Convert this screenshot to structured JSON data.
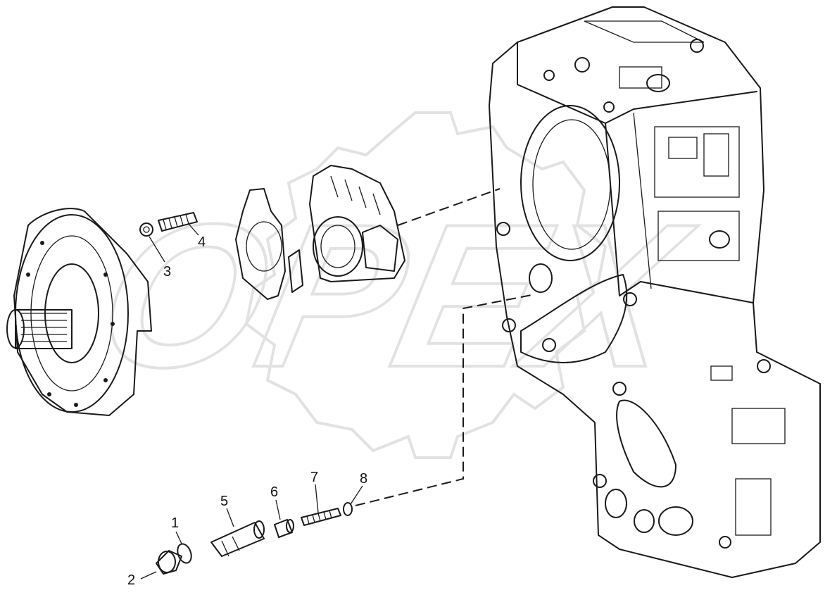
{
  "watermark": {
    "text": "OPEX"
  },
  "callouts": [
    {
      "id": "1",
      "label": "1"
    },
    {
      "id": "2",
      "label": "2"
    },
    {
      "id": "3",
      "label": "3"
    },
    {
      "id": "4",
      "label": "4"
    },
    {
      "id": "5",
      "label": "5"
    },
    {
      "id": "6",
      "label": "6"
    },
    {
      "id": "7",
      "label": "7"
    },
    {
      "id": "8",
      "label": "8"
    }
  ]
}
